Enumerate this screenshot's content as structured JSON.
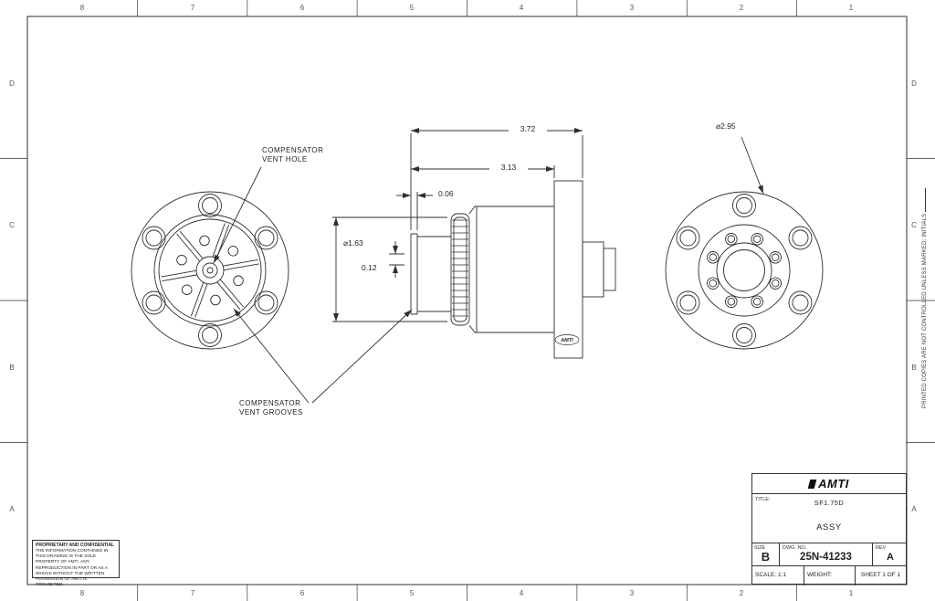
{
  "sheet": {
    "zones": {
      "cols": [
        "8",
        "7",
        "6",
        "5",
        "4",
        "3",
        "2",
        "1"
      ],
      "rows": [
        "D",
        "C",
        "B",
        "A"
      ]
    },
    "side_note": "PRINTED COPIES ARE NOT CONTROLLED UNLESS MARKED:  INITIALS"
  },
  "annotations": {
    "vent_hole_1": "COMPENSATOR",
    "vent_hole_2": "VENT HOLE",
    "vent_grooves_1": "COMPENSATOR",
    "vent_grooves_2": "VENT GROOVES"
  },
  "dimensions": {
    "overall_length": "3.72",
    "body_length": "3.13",
    "cap_gap": "0.06",
    "step": "0.12",
    "body_dia": "⌀1.63",
    "flange_dia": "⌀2.95"
  },
  "part_marking": "AMTI",
  "title_block": {
    "logo": "AMTI",
    "title_label": "TITLE:",
    "title": "SF1.75D",
    "subtitle": "ASSY",
    "size_label": "SIZE",
    "size": "B",
    "dwg_label": "DWG. NO.",
    "dwg_no": "25N-41233",
    "rev_label": "REV",
    "rev": "A",
    "scale_label": "SCALE:",
    "scale_value": "1:1",
    "weight_label": "WEIGHT:",
    "sheet_label": "SHEET 1 OF 1"
  },
  "proprietary": {
    "heading": "PROPRIETARY AND CONFIDENTIAL",
    "body": "THE INFORMATION CONTAINED IN THIS DRAWING IS THE SOLE PROPERTY OF AMTI.  ANY REPRODUCTION IN PART OR AS A WHOLE WITHOUT THE WRITTEN PERMISSION OF AMTI IS PROHIBITED."
  }
}
